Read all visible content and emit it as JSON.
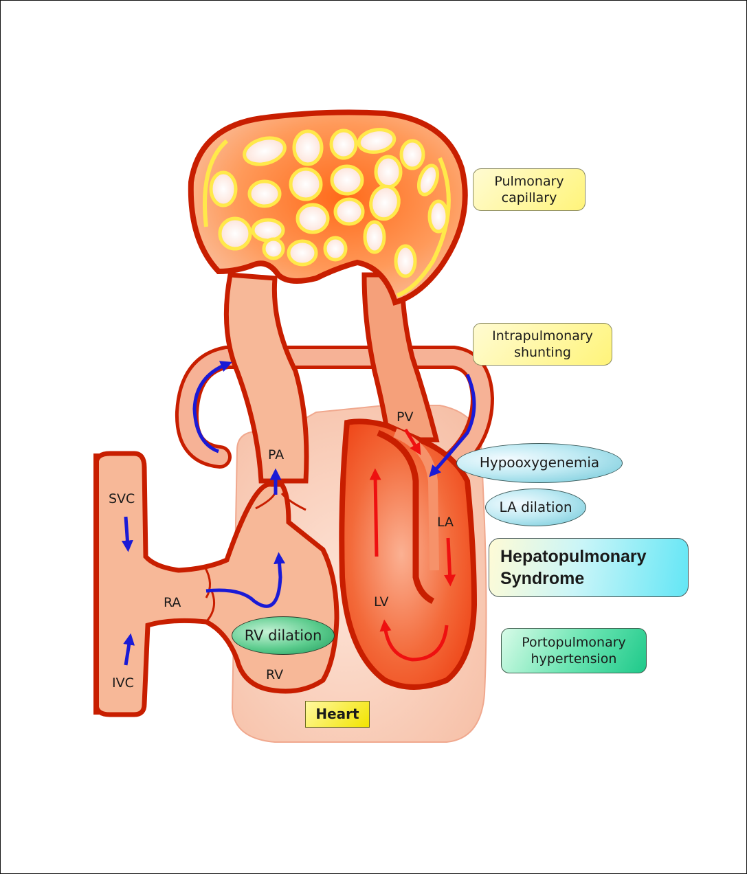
{
  "labels": {
    "svc": "SVC",
    "ivc": "IVC",
    "ra": "RA",
    "rv": "RV",
    "pa": "PA",
    "pv": "PV",
    "la": "LA",
    "lv": "LV"
  },
  "callouts": {
    "pulmonary_capillary": [
      "Pulmonary",
      "capillary"
    ],
    "intrapulmonary_shunting": [
      "Intrapulmonary",
      "shunting"
    ],
    "hypooxygenemia": "Hypooxygenemia",
    "la_dilation": "LA dilation",
    "hepatopulmonary_syndrome": [
      "Hepatopulmonary",
      "Syndrome"
    ],
    "portopulmonary_hypertension": [
      "Portopulmonary",
      "hypertension"
    ],
    "heart": "Heart",
    "rv_dilation": "RV dilation"
  },
  "colors": {
    "vessel_wall": "#c81e00",
    "vessel_fill": "#f7b898",
    "heart_bg": "#f9c9b4",
    "left_heart": "#f04a1c",
    "capillary_yellow": "#ffe94a",
    "venous_arrow": "#1a1ad6",
    "arterial_arrow": "#ee1010"
  }
}
